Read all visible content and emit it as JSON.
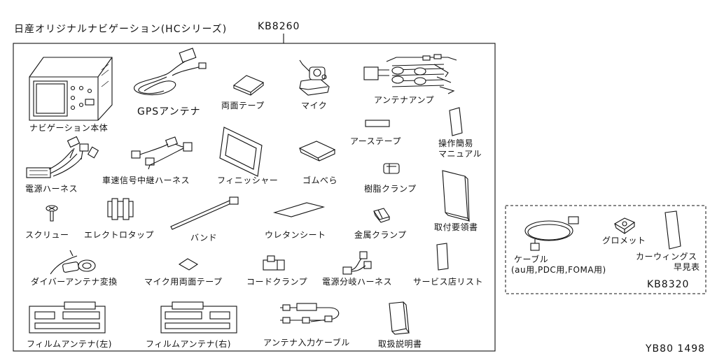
{
  "title": "日産オリジナルナビゲーション(HCシリーズ)",
  "kit_main": "KB8260",
  "kit_sub": "KB8320",
  "figure_code": "YB80 1498",
  "parts": {
    "nav_unit": "ナビゲーション本体",
    "gps_antenna": "GPSアンテナ",
    "double_tape": "両面テープ",
    "mic": "マイク",
    "antenna_amp": "アンテナアンプ",
    "earth_tape": "アーステープ",
    "quick_manual_1": "操作簡易",
    "quick_manual_2": "マニュアル",
    "power_harness": "電源ハーネス",
    "speed_harness": "車速信号中継ハーネス",
    "finisher": "フィニッシャー",
    "rubber_spatula": "ゴムべら",
    "resin_clamp": "樹脂クランプ",
    "screw": "スクリュー",
    "electro_tap": "エレクトロタップ",
    "band": "バンド",
    "urethane_sheet": "ウレタンシート",
    "metal_clamp": "金属クランプ",
    "install_guide": "取付要領書",
    "diversity_adapter": "ダイバーアンテナ変換",
    "mic_tape": "マイク用両面テープ",
    "cord_clamp": "コードクランプ",
    "power_branch": "電源分岐ハーネス",
    "service_list": "サービス店リスト",
    "film_antenna_left": "フィルムアンテナ(左)",
    "film_antenna_right": "フィルムアンテナ(右)",
    "antenna_input_cable": "アンテナ入力ケーブル",
    "owner_manual": "取扱説明書",
    "cable_1": "ケーブル",
    "cable_2": "(au用,PDC用,FOMA用)",
    "grommet": "グロメット",
    "carwings_1": "カーウィングス",
    "carwings_2": "早見表"
  }
}
